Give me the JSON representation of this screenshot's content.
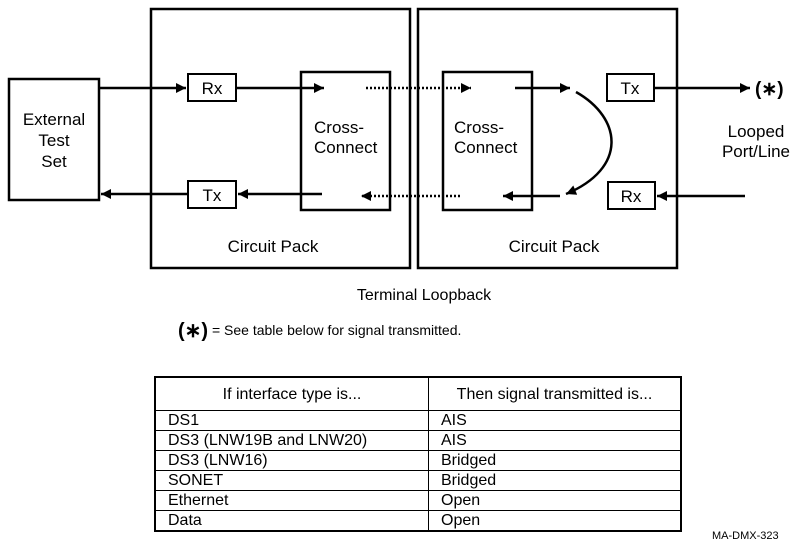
{
  "diagram": {
    "external_test_set": "External\nTest\nSet",
    "external_lines": [
      "External",
      "Test",
      "Set"
    ],
    "pack_left": {
      "rx_label": "Rx",
      "tx_label": "Tx",
      "cross_connect_lines": [
        "Cross-",
        "Connect"
      ],
      "caption": "Circuit Pack"
    },
    "pack_right": {
      "rx_label": "Rx",
      "tx_label": "Tx",
      "cross_connect_lines": [
        "Cross-",
        "Connect"
      ],
      "caption": "Circuit Pack"
    },
    "output_marker": "(∗)",
    "looped_lines": [
      "Looped",
      "Port/Line"
    ],
    "title": "Terminal Loopback"
  },
  "note": {
    "marker": "(∗)",
    "text": " = See table below for signal transmitted."
  },
  "table": {
    "headers": [
      "If interface type is...",
      "Then signal transmitted is..."
    ],
    "rows": [
      [
        "DS1",
        "AIS"
      ],
      [
        "DS3 (LNW19B and LNW20)",
        "AIS"
      ],
      [
        "DS3 (LNW16)",
        "Bridged"
      ],
      [
        "SONET",
        "Bridged"
      ],
      [
        "Ethernet",
        "Open"
      ],
      [
        "Data",
        "Open"
      ]
    ]
  },
  "figure_id": "MA-DMX-323"
}
